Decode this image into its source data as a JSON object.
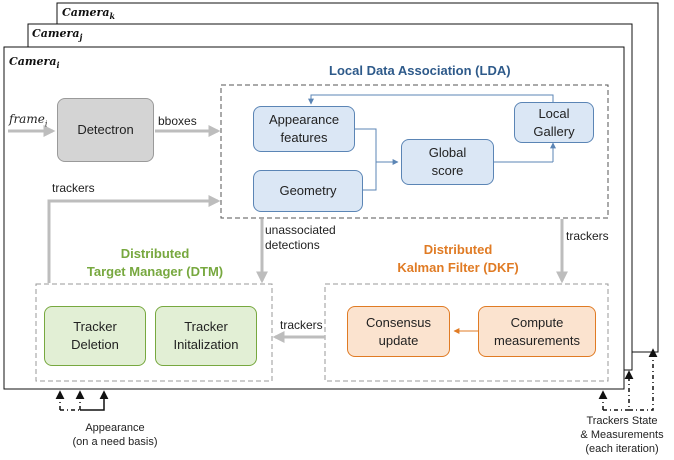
{
  "cameras": {
    "k": {
      "name": "Camera",
      "sub": "k"
    },
    "j": {
      "name": "Camera",
      "sub": "j"
    },
    "i": {
      "name": "Camera",
      "sub": "i"
    }
  },
  "input": {
    "frame": "frame",
    "frame_sub": "i"
  },
  "lda": {
    "title": "Local Data Association (LDA)",
    "appearance_line1": "Appearance",
    "appearance_line2": "features",
    "geometry": "Geometry",
    "global_line1": "Global",
    "global_line2": "score",
    "gallery_line1": "Local",
    "gallery_line2": "Gallery"
  },
  "detectron": "Detectron",
  "edges": {
    "bboxes": "bboxes",
    "trackers_top": "trackers",
    "trackers_right": "trackers",
    "trackers_mid": "trackers",
    "unassoc_line1": "unassociated",
    "unassoc_line2": "detections"
  },
  "dtm": {
    "title_line1": "Distributed",
    "title_line2": "Target Manager (DTM)",
    "deletion_line1": "Tracker",
    "deletion_line2": "Deletion",
    "init_line1": "Tracker",
    "init_line2": "Initalization"
  },
  "dkf": {
    "title_line1": "Distributed",
    "title_line2": "Kalman Filter (DKF)",
    "consensus_line1": "Consensus",
    "consensus_line2": "update",
    "compute_line1": "Compute",
    "compute_line2": "measurements"
  },
  "bottom": {
    "appearance_line1": "Appearance",
    "appearance_line2": "(on a need basis)",
    "state_line1": "Trackers State",
    "state_line2": "& Measurements",
    "state_line3": "(each iteration)"
  },
  "colors": {
    "blue": "#2e5a8a",
    "green": "#77a83f",
    "orange": "#e07b24",
    "gray_arrow": "#bdbdbd"
  }
}
